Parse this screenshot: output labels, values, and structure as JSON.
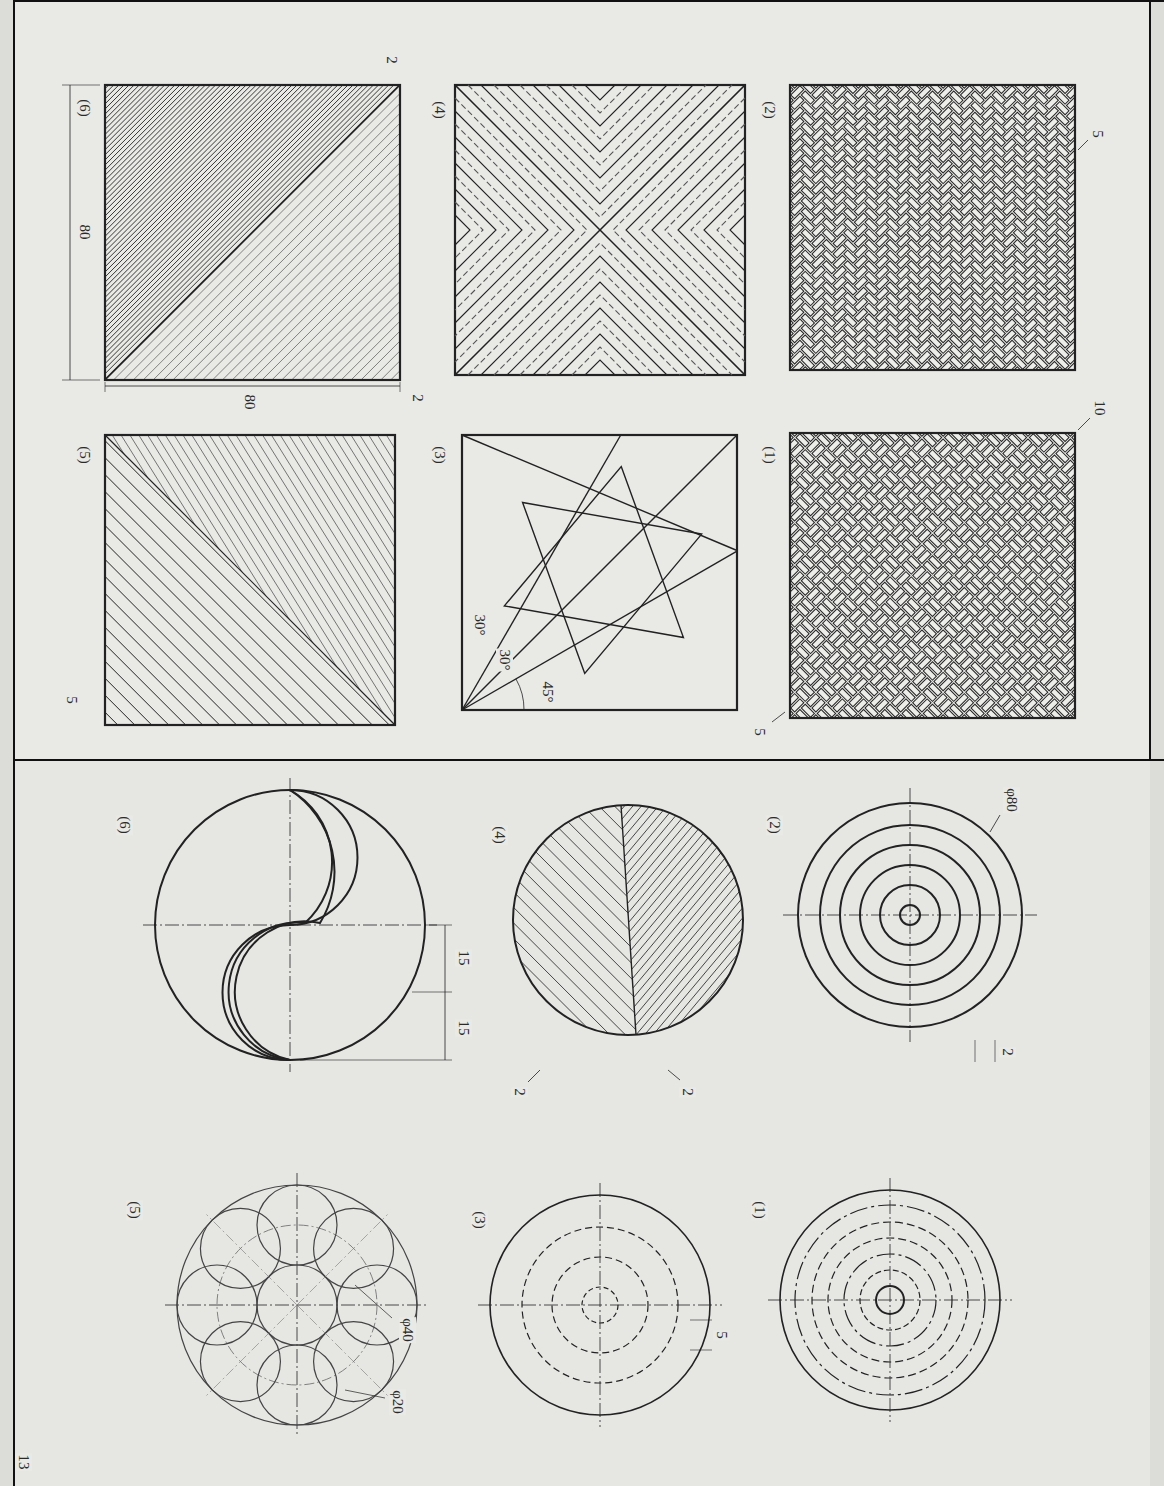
{
  "diagram": {
    "labels": [
      "(6)",
      "80",
      "80",
      "2",
      "2",
      "(4)",
      "(2)",
      "5",
      "(5)",
      "5",
      "(3)",
      "30°",
      "30°",
      "45°",
      "(1)",
      "10",
      "5",
      "(6)",
      "15",
      "15",
      "(4)",
      "2",
      "2",
      "(2)",
      "φ80",
      "2",
      "(5)",
      "φ40",
      "φ20",
      "(3)",
      "5",
      "(1)",
      "13"
    ]
  }
}
